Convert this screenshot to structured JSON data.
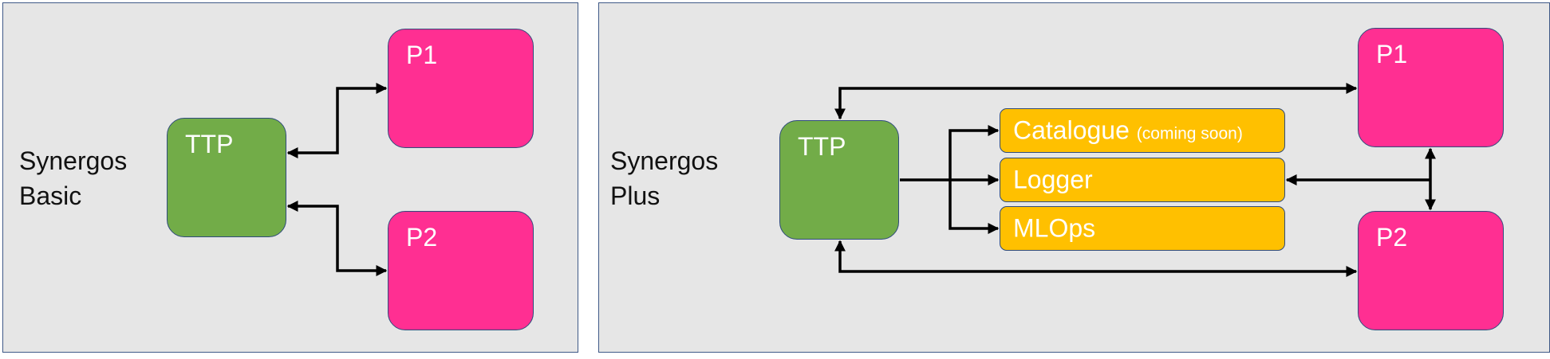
{
  "basic": {
    "title_line1": "Synergos",
    "title_line2": "Basic",
    "ttp": "TTP",
    "p1": "P1",
    "p2": "P2"
  },
  "plus": {
    "title_line1": "Synergos",
    "title_line2": "Plus",
    "ttp": "TTP",
    "p1": "P1",
    "p2": "P2",
    "components": {
      "catalogue": "Catalogue",
      "catalogue_note": "(coming soon)",
      "logger": "Logger",
      "mlops": "MLOps"
    }
  },
  "colors": {
    "party": "#ff2f92",
    "ttp": "#72ac48",
    "component": "#ffc000",
    "panel": "#e6e6e6",
    "panel_border": "#3f5987"
  }
}
